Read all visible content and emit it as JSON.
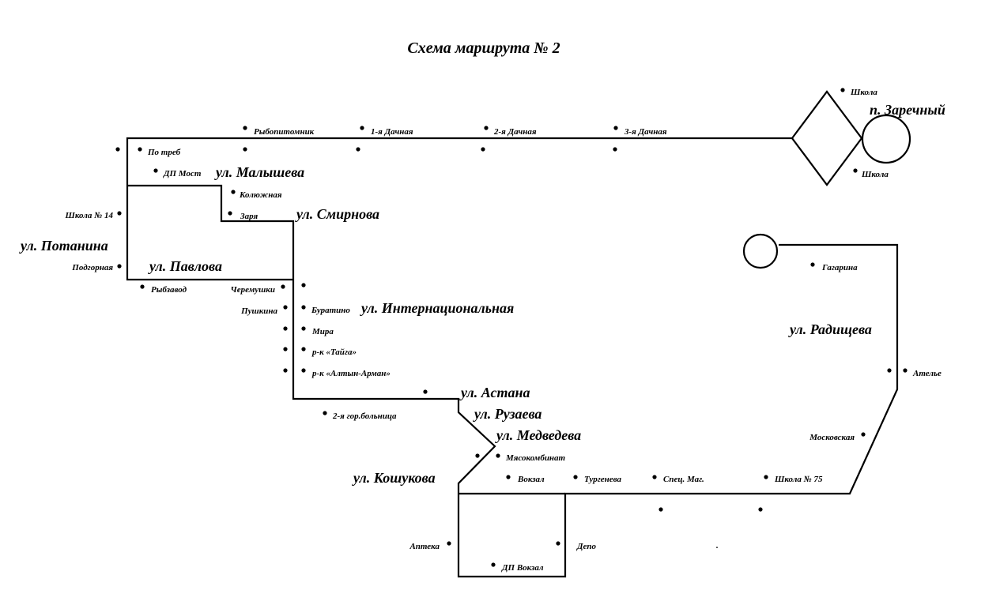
{
  "title": "Схема маршрута № 2",
  "streets": {
    "potanina": "ул. Потанина",
    "malysheva": "ул. Малышева",
    "smirnova": "ул. Смирнова",
    "pavlova": "ул. Павлова",
    "internatsionalnaya": "ул. Интернациональная",
    "astana": "ул. Астана",
    "ruzaeva": "ул. Рузаева",
    "medvedeva": "ул. Медведева",
    "koshukova": "ул. Кошукова",
    "radishcheva": "ул. Радищева",
    "zarechny": "п. Заречный"
  },
  "stops": {
    "rybopitomnik": "Рыбопитомник",
    "dachnaya1": "1-я Дачная",
    "dachnaya2": "2-я Дачная",
    "dachnaya3": "3-я Дачная",
    "shkola_top": "Школа",
    "shkola_bottom": "Школа",
    "po_treb": "По треб",
    "dp_most": "ДП Мост",
    "kolyuzhnaya": "Колюжная",
    "zarya": "Заря",
    "shkola14": "Школа № 14",
    "podgornaya": "Подгорная",
    "rybzavod": "Рыбзавод",
    "cheremushki": "Черемушки",
    "pushkina": "Пушкина",
    "buratino": "Буратино",
    "mira": "Мира",
    "taiga": "р-к «Тайга»",
    "altyn_arman": "р-к «Алтын-Арман»",
    "bolnitsa2": "2-я гор.больница",
    "myasokombinat": "Мясокомбинат",
    "vokzal": "Вокзал",
    "turgeneva": "Тургенева",
    "spets_mag": "Спец. Маг.",
    "shkola75": "Школа № 75",
    "apteka": "Аптека",
    "depo": "Депо",
    "dp_vokzal": "ДП Вокзал",
    "gagarina": "Гагарина",
    "atelye": "Ателье",
    "moskovskaya": "Московская",
    "period": "."
  }
}
